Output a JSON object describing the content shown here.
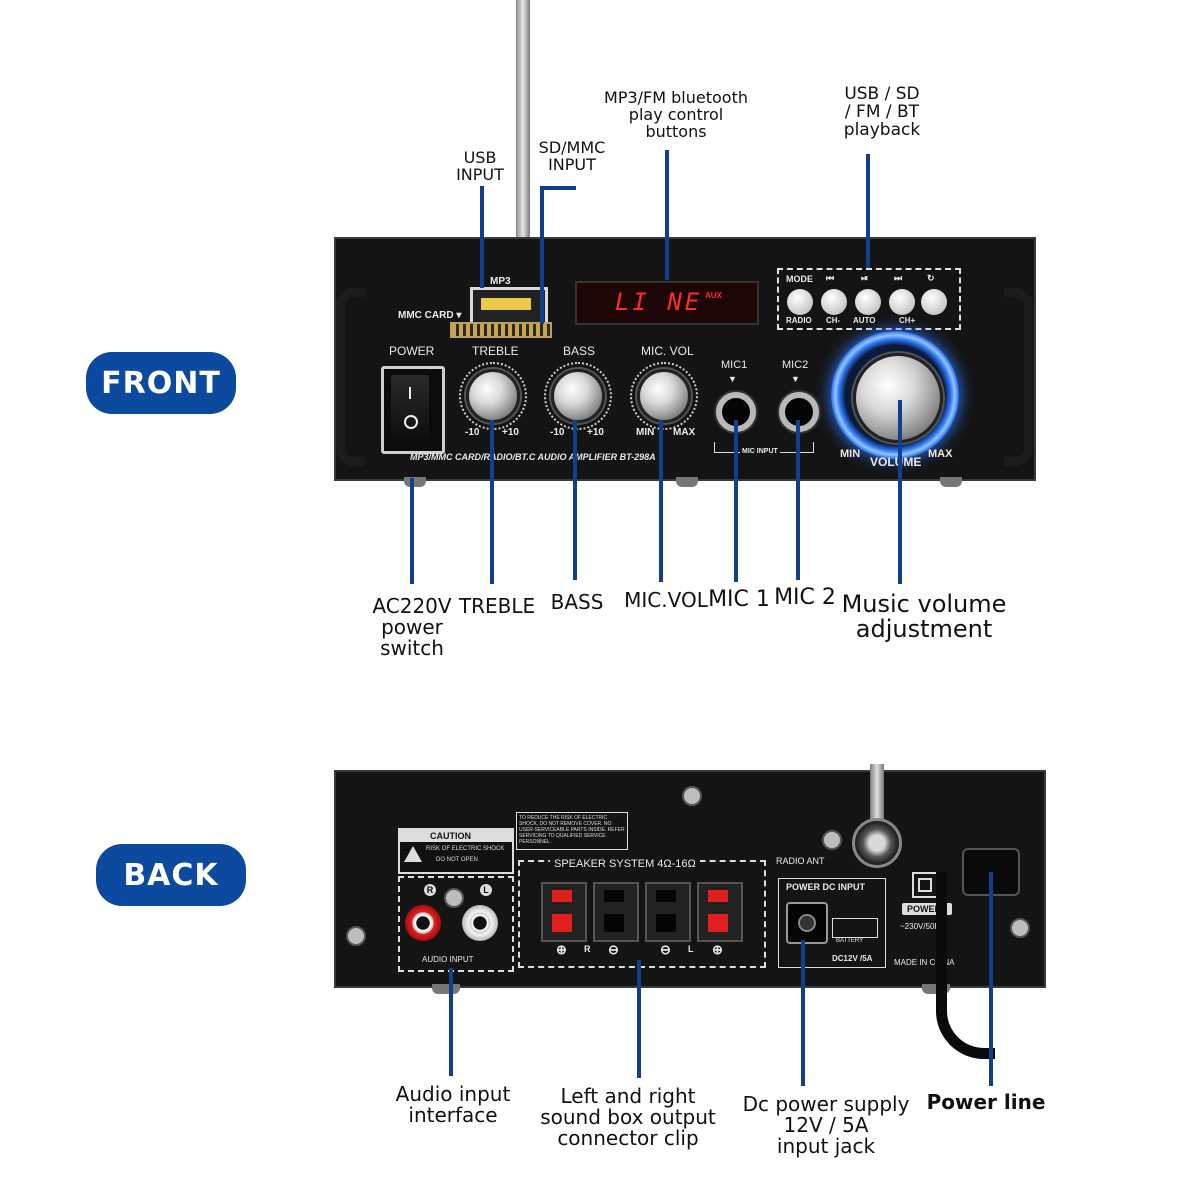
{
  "badges": {
    "front": "FRONT",
    "back": "BACK"
  },
  "front_panel": {
    "mp3_label": "MP3",
    "mmc_card_label": "MMC CARD ▾",
    "display_text": "LI NE",
    "display_mode": "AUX",
    "buttons_top": [
      "MODE",
      "⏮",
      "⏯",
      "⏭",
      "↻"
    ],
    "buttons_bottom": [
      "RADIO",
      "CH-",
      "AUTO",
      "CH+"
    ],
    "power_label": "POWER",
    "treble_label": "TREBLE",
    "treble_scale": [
      "-10",
      "+10"
    ],
    "bass_label": "BASS",
    "bass_scale": [
      "-10",
      "+10"
    ],
    "micvol_label": "MIC. VOL",
    "micvol_scale": [
      "MIN",
      "MAX"
    ],
    "mic1_label": "MIC1",
    "mic2_label": "MIC2",
    "mic_input_label": "MIC INPUT",
    "volume_label": "VOLUME",
    "volume_min": "MIN",
    "volume_max": "MAX",
    "model_text": "MP3/MMC CARD/RADIO/BT.C AUDIO AMPLIFIER BT-298A"
  },
  "front_callouts": {
    "usb_input": "USB\nINPUT",
    "sd_mmc_input": "SD/MMC\nINPUT",
    "play_control": "MP3/FM bluetooth\nplay control\nbuttons",
    "playback": "USB / SD\n/ FM / BT\nplayback",
    "power_switch": "AC220V\npower\nswitch",
    "treble": "TREBLE",
    "bass": "BASS",
    "mic_vol": "MIC.VOL",
    "mic1": "MIC 1",
    "mic2": "MIC 2",
    "music_volume": "Music volume\nadjustment"
  },
  "back_panel": {
    "caution_title": "CAUTION",
    "caution_line1": "RISK OF ELECTRIC SHOCK",
    "caution_line2": "DO NOT OPEN",
    "warning_text": "TO REDUCE THE RISK OF ELECTRIC SHOCK, DO NOT REMOVE COVER. NO USER-SERVICEABLE PARTS INSIDE. REFER SERVICING TO QUALIFIED SERVICE PERSONNEL.",
    "r_label": "R",
    "l_label": "L",
    "audio_input_label": "AUDIO INPUT",
    "speaker_system_label": "SPEAKER SYSTEM 4Ω-16Ω",
    "speaker_signs": [
      "⊕",
      "R",
      "⊖",
      "⊖",
      "L",
      "⊕"
    ],
    "radio_ant_label": "RADIO ANT",
    "power_dc_label": "POWER DC INPUT",
    "battery_label": "BATTERY",
    "dc_spec": "DC12V /5A",
    "power_label": "POWER",
    "ac_spec": "~230V/50Hz",
    "made_in": "MADE IN CHINA"
  },
  "back_callouts": {
    "audio_input": "Audio input\ninterface",
    "speaker_output": "Left and right\nsound box output\nconnector clip",
    "dc_supply": "Dc power supply\n12V / 5A\ninput jack",
    "power_line": "Power line"
  },
  "colors": {
    "badge": "#0b4a9e",
    "leader_line": "#123f8c",
    "display_red": "#ff2a2a",
    "volume_ring": "#2f7bff"
  }
}
